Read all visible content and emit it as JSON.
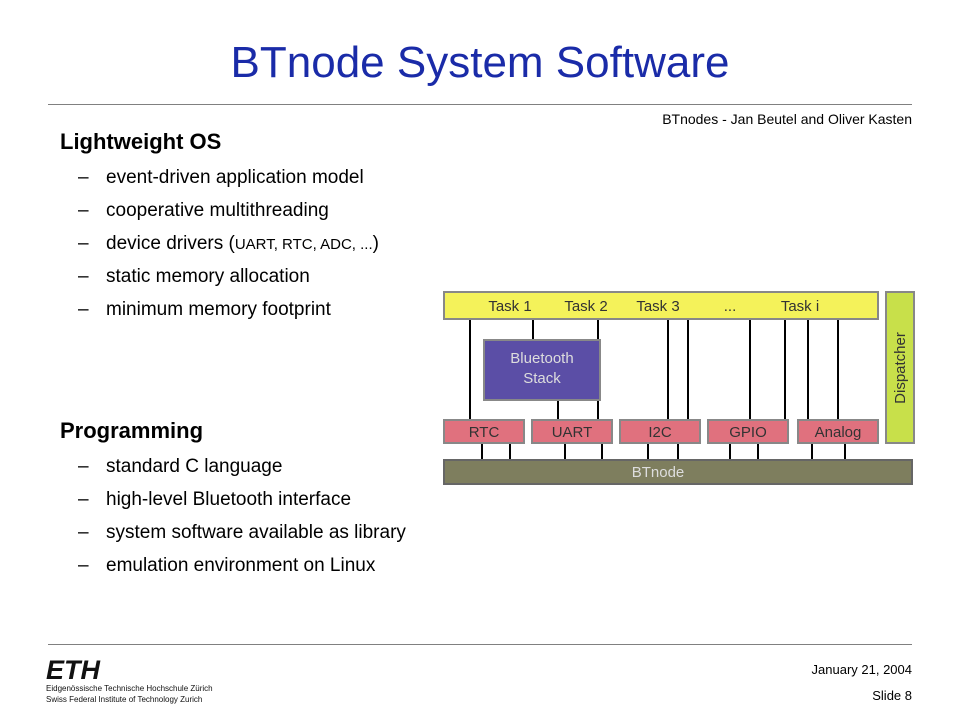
{
  "header": {
    "title": "BTnode System Software",
    "credit": "BTnodes - Jan Beutel and Oliver Kasten"
  },
  "sections": [
    {
      "heading": "Lightweight OS",
      "bullets": [
        "event-driven application model",
        "cooperative multithreading",
        "device drivers (",
        "static memory allocation",
        "minimum memory footprint"
      ],
      "drivers_detail": "UART, RTC, ADC, ...",
      "drivers_close": ")"
    },
    {
      "heading": "Programming",
      "bullets": [
        "standard C language",
        "high-level Bluetooth interface",
        "system software available as library",
        "emulation environment on Linux"
      ]
    }
  ],
  "diagram": {
    "tasks": [
      "Task 1",
      "Task 2",
      "Task 3",
      "...",
      "Task i"
    ],
    "bluetooth_stack": [
      "Bluetooth",
      "Stack"
    ],
    "drivers": [
      "RTC",
      "UART",
      "I2C",
      "GPIO",
      "Analog"
    ],
    "base": "BTnode",
    "dispatcher": "Dispatcher",
    "colors": {
      "tasks": "#f4f25a",
      "dispatcher": "#c8e04a",
      "stack": "#5b4ea6",
      "drivers": "#e0717e",
      "base": "#7e7e5e"
    }
  },
  "footer": {
    "logo": "ETH",
    "institution_de": "Eidgenössische Technische Hochschule Zürich",
    "institution_en": "Swiss Federal Institute of Technology Zurich",
    "date": "January 21, 2004",
    "slide": "Slide 8"
  }
}
